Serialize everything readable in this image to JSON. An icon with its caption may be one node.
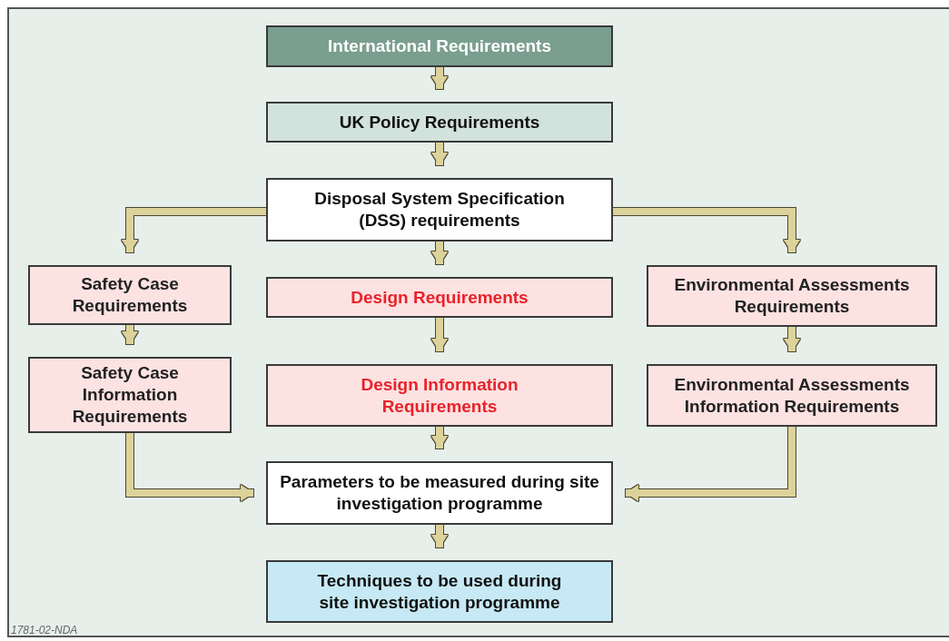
{
  "diagram": {
    "nodes": [
      {
        "text": [
          "International Requirements"
        ]
      },
      {
        "text": [
          "UK Policy Requirements"
        ]
      },
      {
        "text": [
          "Disposal System Specification (DSS) requirements"
        ]
      },
      {
        "text": [
          "Safety Case Requirements"
        ]
      },
      {
        "text": [
          "Design Requirements"
        ]
      },
      {
        "text": [
          "Environmental Assessments Requirements"
        ]
      },
      {
        "text": [
          "Safety Case Information Requirements"
        ]
      },
      {
        "text": [
          "Design Information Requirements"
        ]
      },
      {
        "text": [
          "Environmental Assessments Information Requirements"
        ]
      },
      {
        "text": [
          "Parameters to be measured during site investigation programme"
        ]
      },
      {
        "text": [
          "Techniques to be used during site investigation programme"
        ]
      }
    ],
    "edges": [
      {
        "from": 0,
        "to": 1,
        "arrow": "to"
      },
      {
        "from": 1,
        "to": 2,
        "arrow": "to"
      },
      {
        "from": 2,
        "to": 3,
        "arrow": "to"
      },
      {
        "from": 2,
        "to": 4,
        "arrow": "to"
      },
      {
        "from": 2,
        "to": 5,
        "arrow": "to"
      },
      {
        "from": 3,
        "to": 6,
        "arrow": "to"
      },
      {
        "from": 4,
        "to": 7,
        "arrow": "to"
      },
      {
        "from": 5,
        "to": 8,
        "arrow": "to"
      },
      {
        "from": 6,
        "to": 9,
        "arrow": "to"
      },
      {
        "from": 7,
        "to": 9,
        "arrow": "to"
      },
      {
        "from": 8,
        "to": 9,
        "arrow": "to"
      },
      {
        "from": 9,
        "to": 10,
        "arrow": "to"
      }
    ],
    "labels": [
      "1781-02-NDA"
    ]
  }
}
